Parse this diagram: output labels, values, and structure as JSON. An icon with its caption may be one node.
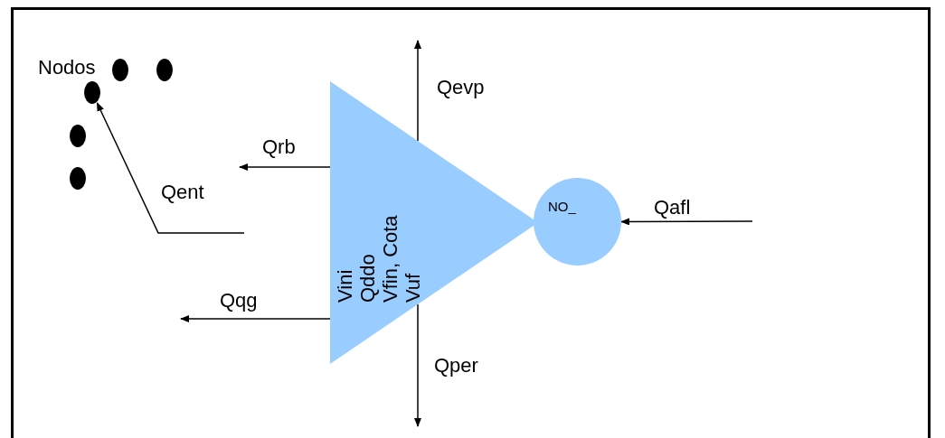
{
  "diagram": {
    "nodes": [
      {
        "text": [
          "Vini",
          "Qddo",
          "Vfin, Cota",
          "Vuf"
        ]
      },
      {
        "text": [
          "NO_"
        ]
      },
      {
        "text": [],
        "shape": "circle"
      },
      {
        "text": [],
        "shape": "circle"
      },
      {
        "text": [],
        "shape": "circle"
      },
      {
        "text": [],
        "shape": "circle"
      },
      {
        "text": [],
        "shape": "circle"
      }
    ],
    "edges": [
      {
        "from": 0,
        "to": null,
        "arrow": "to",
        "label": "Qevp"
      },
      {
        "from": 0,
        "to": null,
        "arrow": "to",
        "label": "Qrb"
      },
      {
        "from": null,
        "to": 4,
        "arrow": "to",
        "label": "Qent"
      },
      {
        "from": null,
        "to": 1,
        "arrow": "to",
        "label": "Qafl"
      },
      {
        "from": 0,
        "to": null,
        "arrow": "to",
        "label": "Qqg"
      },
      {
        "from": 0,
        "to": null,
        "arrow": "to",
        "label": "Qper"
      }
    ],
    "labels": [
      "Nodos"
    ]
  }
}
